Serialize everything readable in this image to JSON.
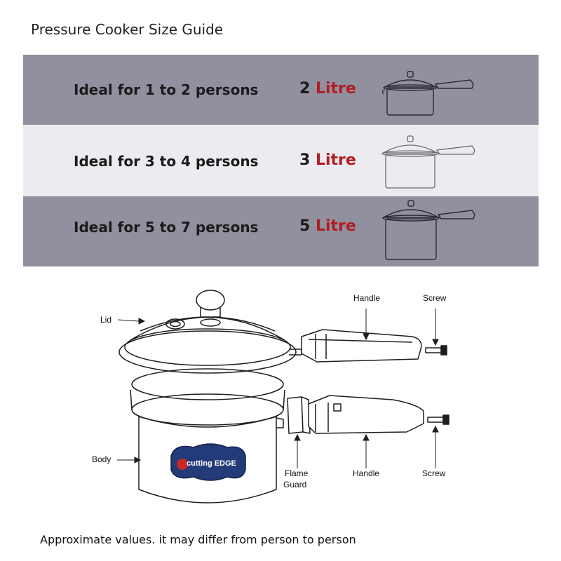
{
  "title": "Pressure Cooker Size Guide",
  "colors": {
    "row_dark": "#91909e",
    "row_light": "#ececf0",
    "litre_red": "#b01e23"
  },
  "rows": [
    {
      "label": "Ideal for 1 to 2 persons",
      "size": "2",
      "unit": "Litre"
    },
    {
      "label": "Ideal for 3 to 4 persons",
      "size": "3",
      "unit": "Litre"
    },
    {
      "label": "Ideal for 5 to 7 persons",
      "size": "5",
      "unit": "Litre"
    }
  ],
  "diagram": {
    "labels": {
      "lid": "Lid",
      "handle_top": "Handle",
      "screw_top": "Screw",
      "body": "Body",
      "flame_guard_line1": "Flame",
      "flame_guard_line2": "Guard",
      "handle_bottom": "Handle",
      "screw_bottom": "Screw"
    },
    "brand_logo": "cutting EDGE"
  },
  "footer": "Approximate values. it may differ from person to person"
}
